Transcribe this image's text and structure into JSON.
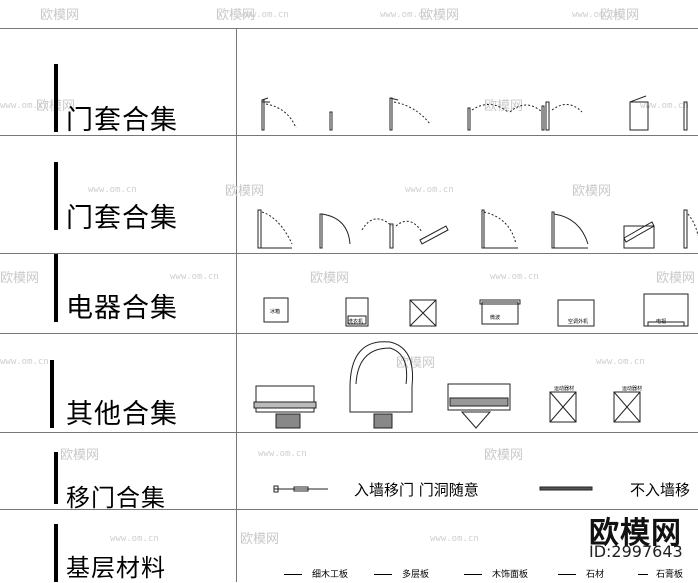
{
  "watermark": {
    "brand": "欧模网",
    "url": "www.om.cn"
  },
  "rows": [
    {
      "label": "门套合集"
    },
    {
      "label": "门套合集"
    },
    {
      "label": "电器合集"
    },
    {
      "label": "其他合集"
    },
    {
      "label": "移门合集"
    },
    {
      "label": "基层材料"
    }
  ],
  "appliance_tags": [
    "冰箱",
    "洗衣机",
    "微波",
    "空调外机",
    "电视"
  ],
  "other_tags": [
    "运动器材",
    "运动器材"
  ],
  "sliding_door": {
    "note_1": "入墙移门  门洞随意",
    "note_2": "不入墙移"
  },
  "materials": [
    "细木工板",
    "多层板",
    "木饰面板",
    "石材",
    "石膏板"
  ],
  "brand": {
    "logo": "欧模网",
    "id": "ID:2997643"
  }
}
